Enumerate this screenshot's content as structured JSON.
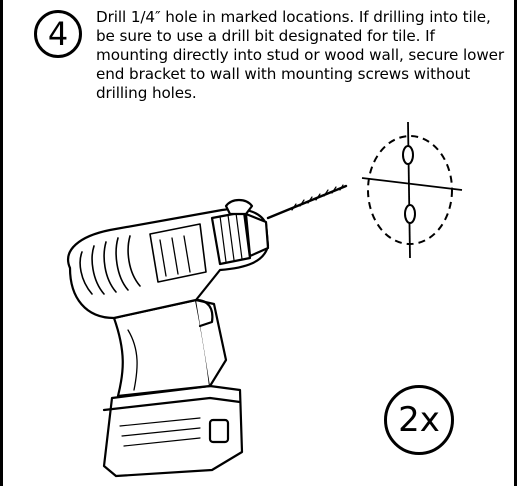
{
  "step": {
    "number": "4"
  },
  "instruction": {
    "text": "Drill 1/4″ hole in marked locations. If drilling into tile, be sure to use a drill bit designated for tile. If mounting directly into stud or wood wall, secure lower end bracket to wall with mounting screws without drilling holes."
  },
  "quantity": {
    "label": "2x"
  },
  "illustration": {
    "tool_icon": "cordless-drill-icon",
    "target_icon": "marked-holes-detail-icon"
  }
}
